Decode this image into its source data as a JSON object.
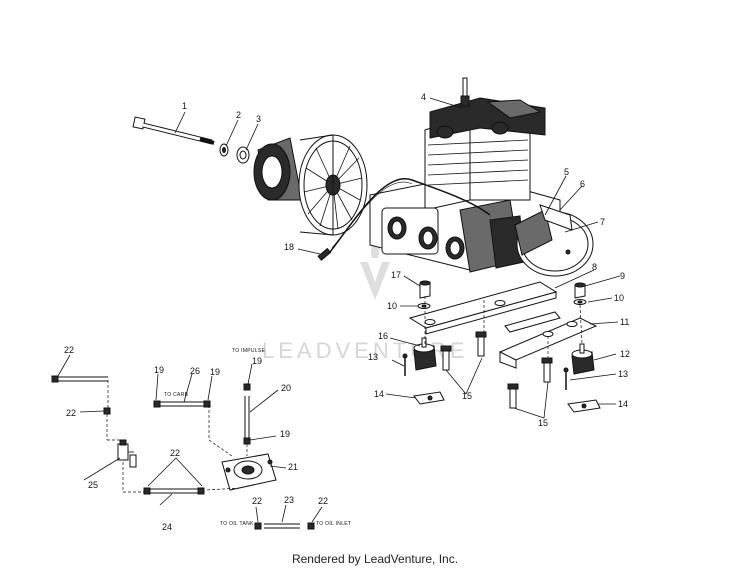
{
  "footer": {
    "text": "Rendered by LeadVenture, Inc."
  },
  "watermark": {
    "text": "LEADVENTURE"
  },
  "labels": {
    "to_carb": "TO CARB",
    "to_impulse": "TO IMPULSE",
    "to_oil_tank": "TO OIL TANK",
    "to_oil_inlet": "TO OIL INLET"
  },
  "callouts": [
    "1",
    "2",
    "3",
    "4",
    "5",
    "6",
    "7",
    "8",
    "9",
    "10",
    "10",
    "11",
    "12",
    "13",
    "13",
    "14",
    "14",
    "15",
    "15",
    "16",
    "17",
    "18",
    "19",
    "19",
    "19",
    "19",
    "20",
    "21",
    "22",
    "22",
    "22",
    "22",
    "22",
    "23",
    "24",
    "25",
    "26"
  ]
}
